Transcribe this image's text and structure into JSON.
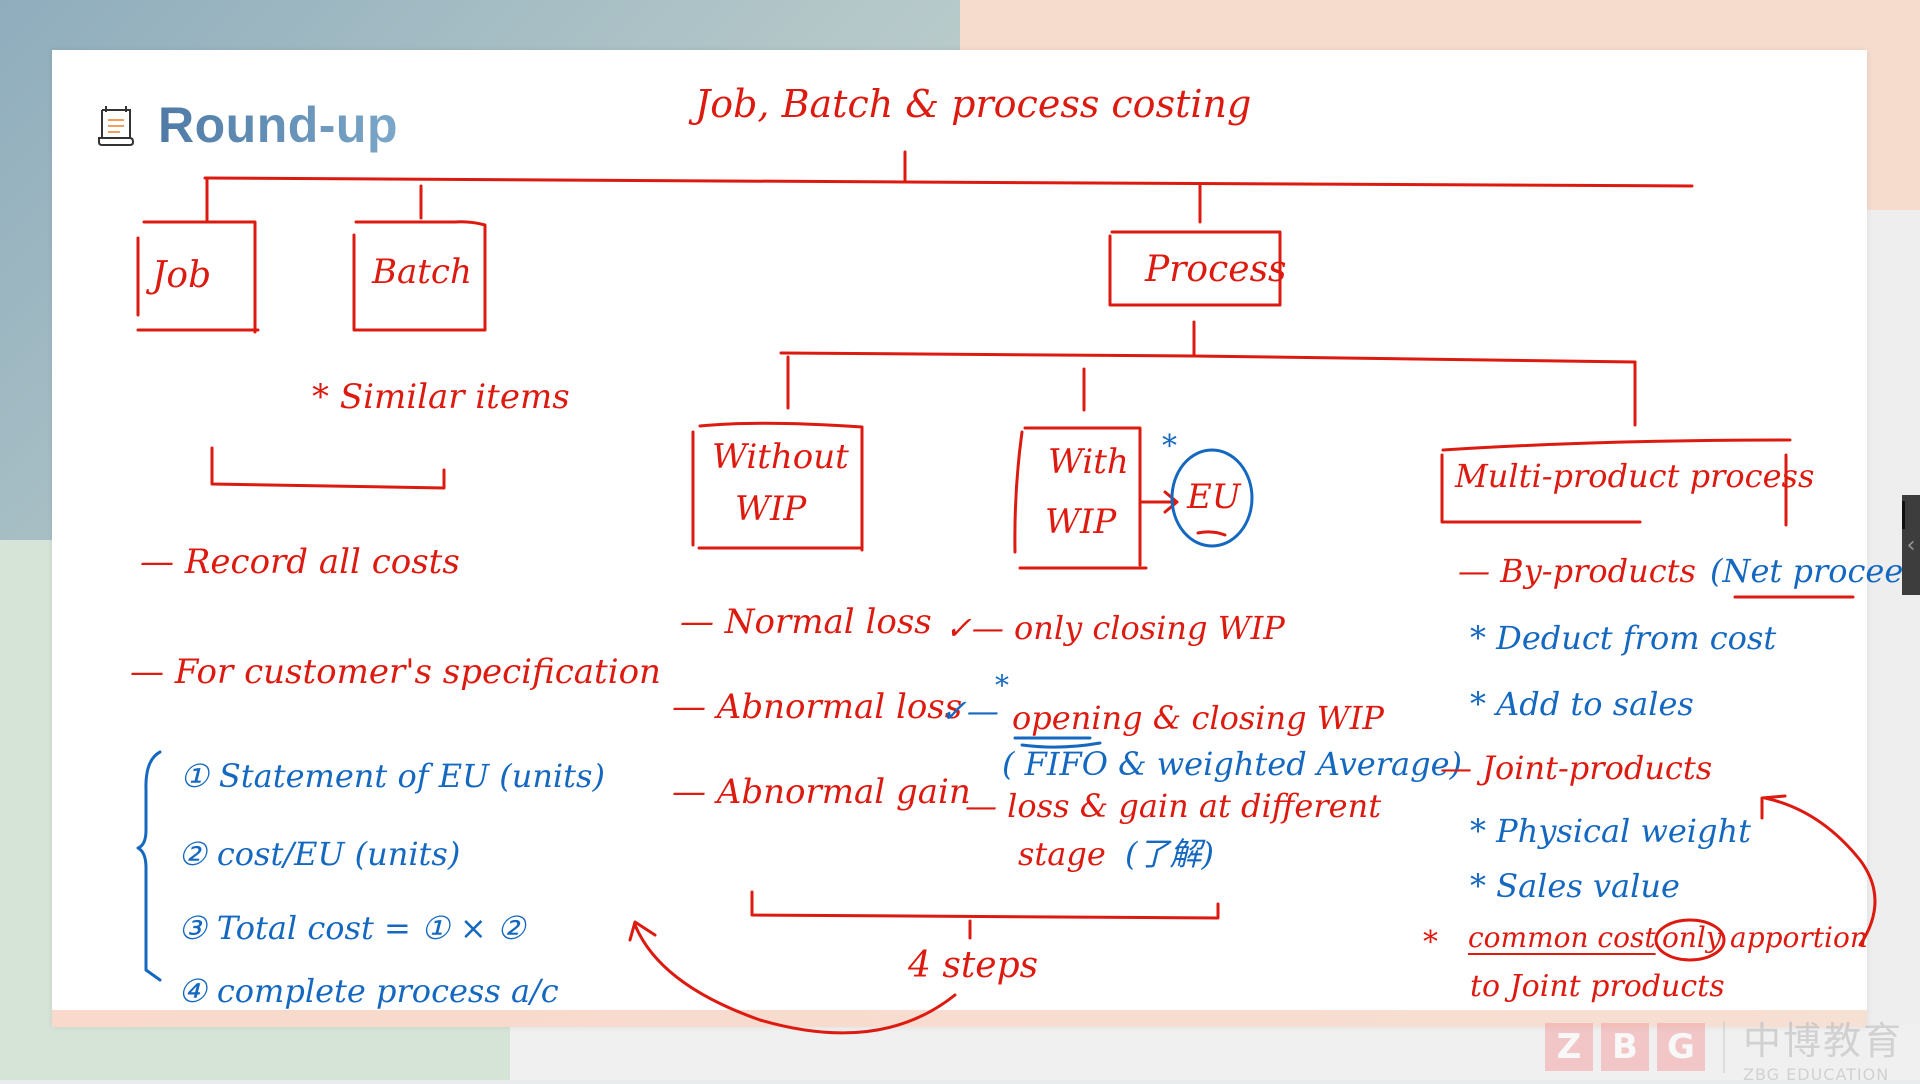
{
  "slide": {
    "title": "Round-up",
    "title_icon": "notepad-icon"
  },
  "diagram": {
    "root": "Job, Batch & process costing",
    "level1": {
      "job": "Job",
      "batch": "Batch",
      "process": "Process"
    },
    "batch_note": "* Similar items",
    "job_batch_notes": [
      "— Record all costs",
      "— For customer's specification"
    ],
    "process_children": {
      "without_wip": [
        "Without",
        "WIP"
      ],
      "with_wip": [
        "With",
        "WIP"
      ],
      "multi_product": "Multi-product process"
    },
    "eu_label": "EU",
    "eu_star": "*",
    "without_wip_items": [
      "— Normal loss",
      "— Abnormal loss",
      "— Abnormal gain"
    ],
    "with_wip_items": {
      "only_closing": "✓— only closing WIP",
      "opening_prefix": "✓—",
      "opening_star": "*",
      "opening_closing": "opening & closing WIP",
      "fifo": "( FIFO & weighted Average)",
      "loss_gain_line1": "— loss & gain at different",
      "loss_gain_line2": "stage",
      "loss_gain_note": "(了解)"
    },
    "steps_label": "4 steps",
    "steps": [
      "① Statement of EU (units)",
      "② cost/EU (units)",
      "③ Total cost = ① × ②",
      "④ complete process a/c"
    ],
    "multi_product_items": {
      "by_products": "— By-products",
      "net_proceeds": "(Net proceeds)",
      "deduct": "* Deduct from cost",
      "add_sales": "* Add to sales",
      "joint_products": "— Joint-products",
      "physical_weight": "* Physical weight",
      "sales_value": "* Sales value",
      "common_cost_star": "*",
      "common_cost": "common cost",
      "only": "only",
      "apportion": "apportion",
      "to_joint": "to Joint products"
    }
  },
  "watermark": {
    "letters": [
      "Z",
      "B",
      "G"
    ],
    "cn": "中博教育",
    "en": "ZBG EDUCATION"
  },
  "side_handle": {
    "icon": "chevron-left-icon",
    "glyph": "‹"
  },
  "colors": {
    "red_ink": "#dd1a10",
    "blue_ink": "#1568c0",
    "title_blue": "#5b86ad"
  }
}
